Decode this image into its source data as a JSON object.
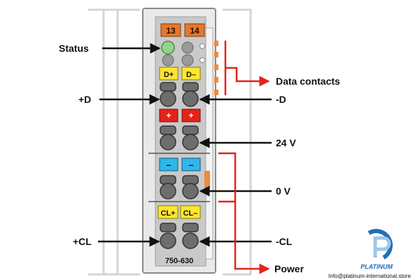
{
  "module": {
    "model": "750-630",
    "terminals": [
      "13",
      "14"
    ],
    "signal_tags": [
      "D+",
      "D–"
    ],
    "supply_tags": [
      "+",
      "+"
    ],
    "ground_tags": [
      "–",
      "–"
    ],
    "clock_tags": [
      "CL+",
      "CL–"
    ]
  },
  "labels": {
    "status": "Status",
    "data_contacts": "Data contacts",
    "plus_d": "+D",
    "minus_d": "-D",
    "v24": "24 V",
    "v0": "0 V",
    "plus_cl": "+CL",
    "minus_cl": "-CL",
    "power": "Power"
  },
  "watermark": {
    "brand": "PLATINUM",
    "email": "Info@platinum-international.store"
  },
  "colors": {
    "terminal_orange": "#e8762a",
    "status_led": "#8fd88a",
    "signal_yellow": "#ffe62e",
    "supply_red": "#e32319",
    "ground_blue": "#2fb7ea",
    "arrow_red": "#e0251b",
    "housing_gray": "#c9c9c9",
    "contact_orange": "#ee8a3c",
    "logo_blue": "#1f6fb8"
  }
}
